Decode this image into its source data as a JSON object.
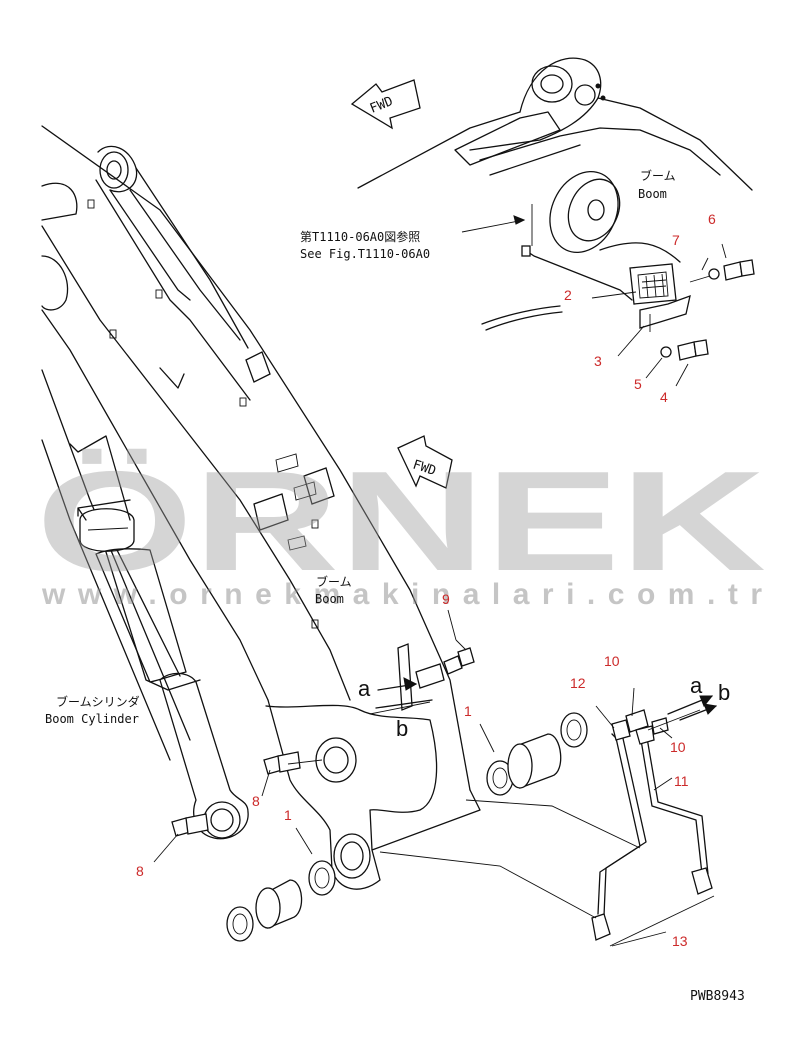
{
  "labels": {
    "boom_top_jp": "ブーム",
    "boom_top_en": "Boom",
    "see_fig_jp": "第T1110-06A0図参照",
    "see_fig_en": "See Fig.T1110-06A0",
    "boom_mid_jp": "ブーム",
    "boom_mid_en": "Boom",
    "boom_cyl_jp": "ブームシリンダ",
    "boom_cyl_en": "Boom Cylinder",
    "fwd_top": "FWD",
    "fwd_mid": "FWD",
    "letter_a_left": "a",
    "letter_b_left": "b",
    "letter_a_right": "a",
    "letter_b_right": "b",
    "drawing_code": "PWB8943"
  },
  "callouts": {
    "c1a": "1",
    "c1b": "1",
    "c2": "2",
    "c3": "3",
    "c4": "4",
    "c5": "5",
    "c6": "6",
    "c7": "7",
    "c8a": "8",
    "c8b": "8",
    "c9": "9",
    "c10a": "10",
    "c10b": "10",
    "c11": "11",
    "c12": "12",
    "c13": "13"
  },
  "watermark": {
    "brand": "ÖRNEK",
    "url": "www.ornekmakinalari.com.tr"
  },
  "colors": {
    "callout": "#cc2a2a",
    "line": "#111111",
    "watermark": "#9a9a9a"
  }
}
